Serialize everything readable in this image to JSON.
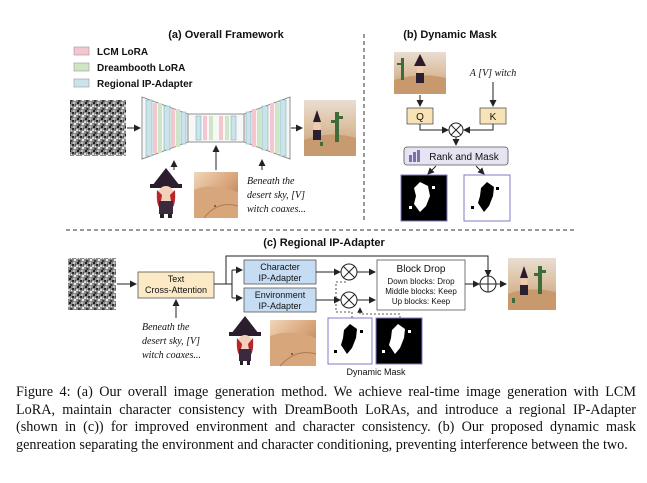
{
  "panel_a": {
    "title": "(a) Overall Framework",
    "legend": [
      {
        "label": "LCM LoRA",
        "color": "#f4c6d0"
      },
      {
        "label": "Dreambooth LoRA",
        "color": "#cfe6c6"
      },
      {
        "label": "Regional IP-Adapter",
        "color": "#cde3ea"
      }
    ],
    "prompt_lines": [
      "Beneath the",
      "desert sky, [V]",
      "witch coaxes..."
    ]
  },
  "panel_b": {
    "title": "(b) Dynamic Mask",
    "text_prompt": "A [V] witch",
    "q_label": "Q",
    "k_label": "K",
    "rank_label": "Rank and Mask"
  },
  "panel_c": {
    "title": "(c) Regional IP-Adapter",
    "text_xattn": [
      "Text",
      "Cross-Attention"
    ],
    "char_adapter": [
      "Character",
      "IP-Adapter"
    ],
    "env_adapter": [
      "Environment",
      "IP-Adapter"
    ],
    "block_drop": {
      "title": "Block Drop",
      "lines": [
        "Down blocks: Drop",
        "Middle blocks: Keep",
        "Up blocks: Keep"
      ]
    },
    "prompt_lines": [
      "Beneath the",
      "desert sky, [V]",
      "witch coaxes..."
    ],
    "mask_label": "Dynamic Mask"
  },
  "caption": "Figure 4: (a) Our overall image generation method. We achieve real-time image generation with LCM LoRA, maintain character consistency with DreamBooth LoRAs, and introduce a regional IP-Adapter (shown in (c)) for improved environment and character consistency. (b) Our proposed dynamic mask genreation separating the environment and character conditioning, preventing interference between the two."
}
